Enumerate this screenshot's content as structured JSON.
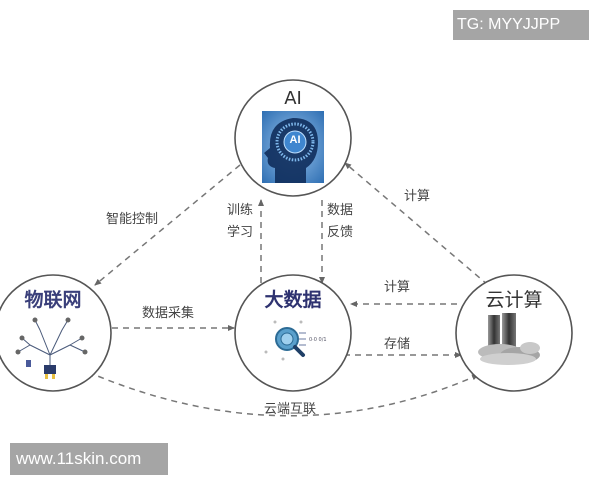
{
  "nodes": {
    "ai": {
      "label": "AI",
      "icon_text": "AI",
      "icon": "ai-head-icon",
      "color": "#333333"
    },
    "iot": {
      "label": "物联网",
      "icon": "iot-network-icon",
      "color": "#3a3f7a"
    },
    "bigdata": {
      "label": "大数据",
      "icon": "magnifier-data-icon",
      "color": "#2e3270"
    },
    "cloud": {
      "label": "云计算",
      "icon": "server-cloud-icon",
      "color": "#333333",
      "accent_char_color": "#3a3f8a"
    }
  },
  "edges": {
    "ai_to_iot": {
      "label": "智能控制",
      "from": "AI",
      "to": "物联网"
    },
    "bigdata_to_ai": {
      "label_line1": "训练",
      "label_line2": "学习",
      "from": "大数据",
      "to": "AI"
    },
    "ai_to_bigdata": {
      "label_line1": "数据",
      "label_line2": "反馈",
      "from": "AI",
      "to": "大数据"
    },
    "cloud_to_ai": {
      "label": "计算",
      "from": "云计算",
      "to": "AI"
    },
    "iot_to_bigdata": {
      "label": "数据采集",
      "from": "物联网",
      "to": "大数据"
    },
    "cloud_to_bigdata": {
      "label": "计算",
      "from": "云计算",
      "to": "大数据"
    },
    "bigdata_to_cloud": {
      "label": "存储",
      "from": "大数据",
      "to": "云计算"
    },
    "iot_cloud": {
      "label": "云端互联",
      "from": "物联网",
      "to": "云计算",
      "bidirectional": true
    }
  },
  "watermarks": {
    "top_right": "TG: MYYJJPP",
    "bottom_left": "www.11skin.com"
  },
  "colors": {
    "circle_stroke": "#555555",
    "dash_line": "#777777",
    "watermark_bg": "#a5a5a5"
  }
}
